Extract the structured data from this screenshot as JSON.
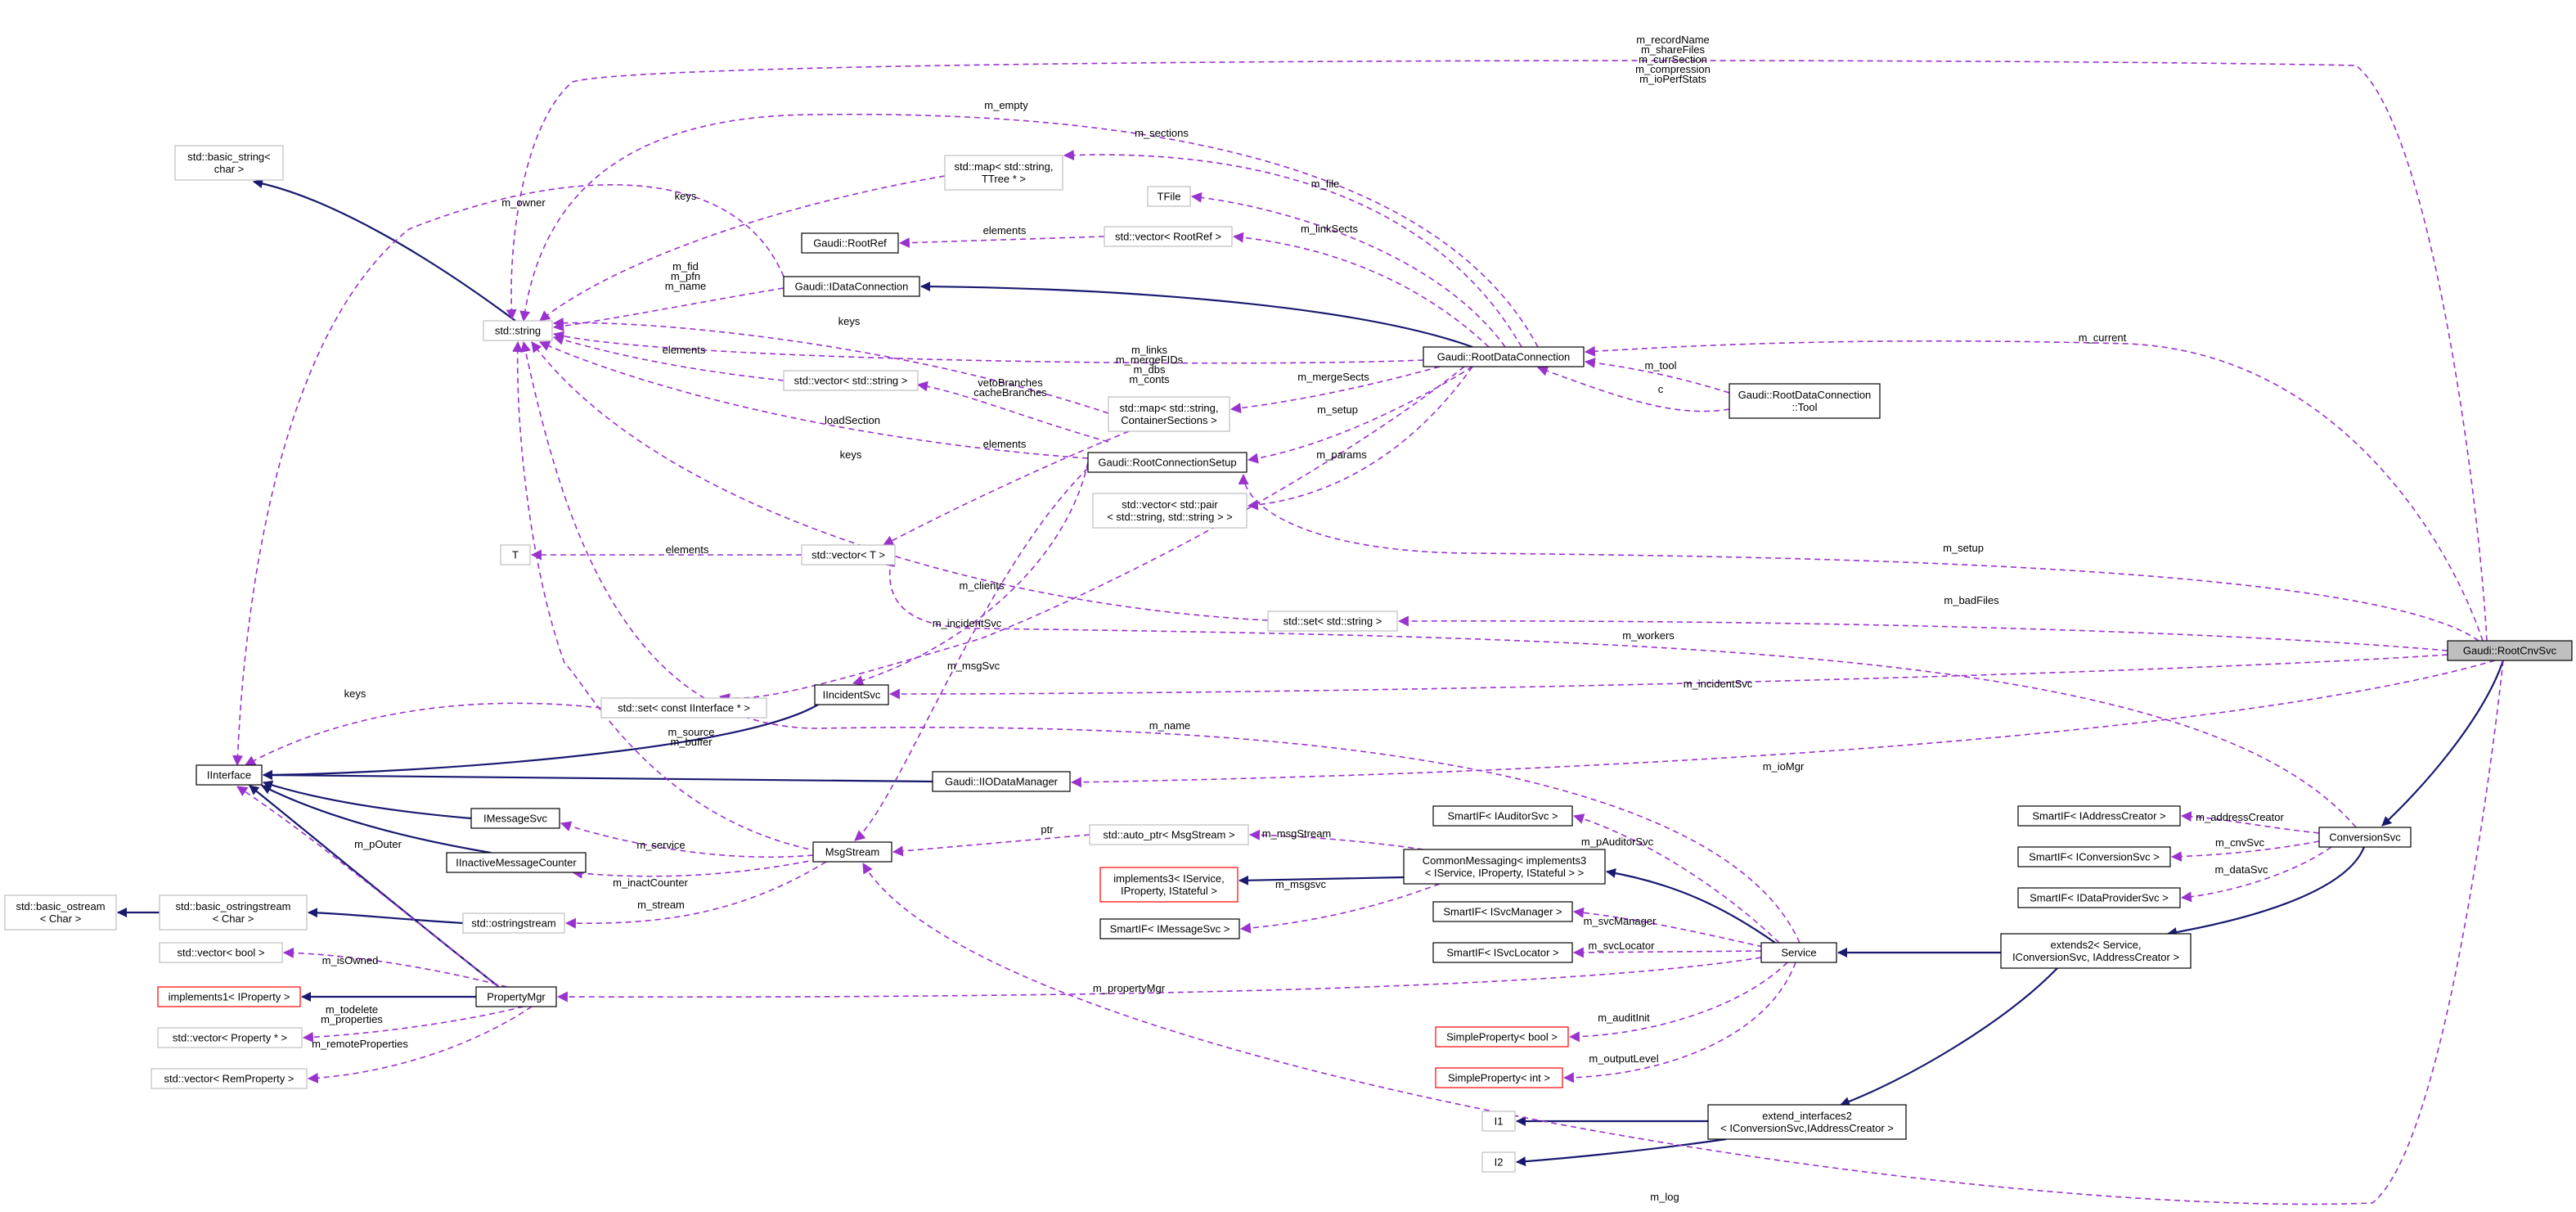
{
  "nodes": [
    {
      "id": "rootcnvsvc",
      "text": [
        "Gaudi::RootCnvSvc"
      ],
      "style": "focus"
    },
    {
      "id": "conversionsvc",
      "text": [
        "ConversionSvc"
      ],
      "style": "black"
    },
    {
      "id": "extends2",
      "text": [
        "extends2< Service,",
        "IConversionSvc, IAddressCreator >"
      ],
      "style": "black"
    },
    {
      "id": "service",
      "text": [
        "Service"
      ],
      "style": "black"
    },
    {
      "id": "extend_interfaces2",
      "text": [
        "extend_interfaces2",
        "< IConversionSvc,IAddressCreator >"
      ],
      "style": "black"
    },
    {
      "id": "i1",
      "text": [
        "I1"
      ],
      "style": "gray"
    },
    {
      "id": "i2",
      "text": [
        "I2"
      ],
      "style": "gray"
    },
    {
      "id": "sif_addrcreator",
      "text": [
        "SmartIF< IAddressCreator >"
      ],
      "style": "black"
    },
    {
      "id": "sif_convsvc",
      "text": [
        "SmartIF< IConversionSvc >"
      ],
      "style": "black"
    },
    {
      "id": "sif_dataprov",
      "text": [
        "SmartIF< IDataProviderSvc >"
      ],
      "style": "black"
    },
    {
      "id": "sif_auditor",
      "text": [
        "SmartIF< IAuditorSvc >"
      ],
      "style": "black"
    },
    {
      "id": "sif_svcmgr",
      "text": [
        "SmartIF< ISvcManager >"
      ],
      "style": "black"
    },
    {
      "id": "sif_svcloc",
      "text": [
        "SmartIF< ISvcLocator >"
      ],
      "style": "black"
    },
    {
      "id": "sp_bool",
      "text": [
        "SimpleProperty< bool >"
      ],
      "style": "red"
    },
    {
      "id": "sp_int",
      "text": [
        "SimpleProperty< int >"
      ],
      "style": "red"
    },
    {
      "id": "commonmsg",
      "text": [
        "CommonMessaging< implements3",
        "< IService, IProperty, IStateful > >"
      ],
      "style": "black"
    },
    {
      "id": "implements3",
      "text": [
        "implements3< IService,",
        "IProperty, IStateful >"
      ],
      "style": "red"
    },
    {
      "id": "sif_msgsvc",
      "text": [
        "SmartIF< IMessageSvc >"
      ],
      "style": "black"
    },
    {
      "id": "autoptr",
      "text": [
        "std::auto_ptr< MsgStream >"
      ],
      "style": "gray"
    },
    {
      "id": "msgstream",
      "text": [
        "MsgStream"
      ],
      "style": "black"
    },
    {
      "id": "imessagesvc",
      "text": [
        "IMessageSvc"
      ],
      "style": "black"
    },
    {
      "id": "iinactive",
      "text": [
        "IInactiveMessageCounter"
      ],
      "style": "black"
    },
    {
      "id": "ostringstream",
      "text": [
        "std::ostringstream"
      ],
      "style": "gray"
    },
    {
      "id": "basic_ostringstream",
      "text": [
        "std::basic_ostringstream",
        "< Char >"
      ],
      "style": "gray"
    },
    {
      "id": "basic_ostream",
      "text": [
        "std::basic_ostream",
        "< Char >"
      ],
      "style": "gray"
    },
    {
      "id": "propertymgr",
      "text": [
        "PropertyMgr"
      ],
      "style": "black"
    },
    {
      "id": "vec_bool",
      "text": [
        "std::vector< bool >"
      ],
      "style": "gray"
    },
    {
      "id": "implements1",
      "text": [
        "implements1< IProperty >"
      ],
      "style": "red"
    },
    {
      "id": "vec_prop",
      "text": [
        "std::vector< Property * >"
      ],
      "style": "gray"
    },
    {
      "id": "vec_remprop",
      "text": [
        "std::vector< RemProperty >"
      ],
      "style": "gray"
    },
    {
      "id": "iinterface",
      "text": [
        "IInterface"
      ],
      "style": "black"
    },
    {
      "id": "iincidentsvc",
      "text": [
        "IIncidentSvc"
      ],
      "style": "black"
    },
    {
      "id": "set_iinterface",
      "text": [
        "std::set< const IInterface * >"
      ],
      "style": "gray"
    },
    {
      "id": "iiodatamgr",
      "text": [
        "Gaudi::IIODataManager"
      ],
      "style": "black"
    },
    {
      "id": "std_string",
      "text": [
        "std::string"
      ],
      "style": "gray"
    },
    {
      "id": "basic_string",
      "text": [
        "std::basic_string<",
        "char >"
      ],
      "style": "gray"
    },
    {
      "id": "t",
      "text": [
        "T"
      ],
      "style": "gray"
    },
    {
      "id": "vec_t",
      "text": [
        "std::vector< T >"
      ],
      "style": "gray"
    },
    {
      "id": "set_string",
      "text": [
        "std::set< std::string >"
      ],
      "style": "gray"
    },
    {
      "id": "vec_string",
      "text": [
        "std::vector< std::string >"
      ],
      "style": "gray"
    },
    {
      "id": "map_container",
      "text": [
        "std::map< std::string,",
        "ContainerSections >"
      ],
      "style": "gray"
    },
    {
      "id": "vec_pair",
      "text": [
        "std::vector< std::pair",
        "< std::string, std::string > >"
      ],
      "style": "gray"
    },
    {
      "id": "rootconnsetup",
      "text": [
        "Gaudi::RootConnectionSetup"
      ],
      "style": "black"
    },
    {
      "id": "rootdataconn",
      "text": [
        "Gaudi::RootDataConnection"
      ],
      "style": "black"
    },
    {
      "id": "rootdataconn_tool",
      "text": [
        "Gaudi::RootDataConnection",
        "::Tool"
      ],
      "style": "black"
    },
    {
      "id": "idataconn",
      "text": [
        "Gaudi::IDataConnection"
      ],
      "style": "black"
    },
    {
      "id": "rootref",
      "text": [
        "Gaudi::RootRef"
      ],
      "style": "black"
    },
    {
      "id": "vec_rootref",
      "text": [
        "std::vector< RootRef >"
      ],
      "style": "gray"
    },
    {
      "id": "tfile",
      "text": [
        "TFile"
      ],
      "style": "gray"
    },
    {
      "id": "map_ttree",
      "text": [
        "std::map< std::string,",
        "TTree * >"
      ],
      "style": "gray"
    }
  ],
  "edges": [
    {
      "id": "e_conv_rootcnv",
      "kind": "inheritance",
      "label": []
    },
    {
      "id": "e_ext2_conv",
      "kind": "inheritance",
      "label": []
    },
    {
      "id": "e_service_ext2",
      "kind": "inheritance",
      "label": []
    },
    {
      "id": "e_extif_ext2",
      "kind": "inheritance",
      "label": []
    },
    {
      "id": "e_i1_extif",
      "kind": "inheritance",
      "label": []
    },
    {
      "id": "e_i2_extif",
      "kind": "inheritance",
      "label": []
    },
    {
      "id": "e_cm_service",
      "kind": "inheritance",
      "label": []
    },
    {
      "id": "e_impl3_cm",
      "kind": "inheritance",
      "label": []
    },
    {
      "id": "e_imsg_iint",
      "kind": "inheritance",
      "label": []
    },
    {
      "id": "e_iinact_iint",
      "kind": "inheritance",
      "label": []
    },
    {
      "id": "e_pm_iint",
      "kind": "inheritance",
      "label": []
    },
    {
      "id": "e_iinc_iint",
      "kind": "inheritance",
      "label": []
    },
    {
      "id": "e_iio_iint",
      "kind": "inheritance",
      "label": []
    },
    {
      "id": "e_impl1_pm",
      "kind": "inheritance",
      "label": []
    },
    {
      "id": "e_oss_boss",
      "kind": "inheritance",
      "label": []
    },
    {
      "id": "e_boss_bos",
      "kind": "inheritance",
      "label": []
    },
    {
      "id": "e_str_bstr",
      "kind": "inheritance",
      "label": []
    },
    {
      "id": "e_rdc_idc",
      "kind": "inheritance",
      "label": []
    },
    {
      "id": "e_addrc",
      "kind": "usage",
      "label": [
        "m_addressCreator"
      ]
    },
    {
      "id": "e_cnvsvc",
      "kind": "usage",
      "label": [
        "m_cnvSvc"
      ]
    },
    {
      "id": "e_datasvc",
      "kind": "usage",
      "label": [
        "m_dataSvc"
      ]
    },
    {
      "id": "e_audit",
      "kind": "usage",
      "label": [
        "m_pAuditorSvc"
      ]
    },
    {
      "id": "e_svcmgr",
      "kind": "usage",
      "label": [
        "m_svcManager"
      ]
    },
    {
      "id": "e_svcloc",
      "kind": "usage",
      "label": [
        "m_svcLocator"
      ]
    },
    {
      "id": "e_auditinit",
      "kind": "usage",
      "label": [
        "m_auditInit"
      ]
    },
    {
      "id": "e_outlevel",
      "kind": "usage",
      "label": [
        "m_outputLevel"
      ]
    },
    {
      "id": "e_msgstream_cm",
      "kind": "usage",
      "label": [
        "m_msgStream"
      ]
    },
    {
      "id": "e_msgsvc_cm",
      "kind": "usage",
      "label": [
        "m_msgsvc"
      ]
    },
    {
      "id": "e_ptr",
      "kind": "usage",
      "label": [
        "ptr"
      ]
    },
    {
      "id": "e_service_ms",
      "kind": "usage",
      "label": [
        "m_service"
      ]
    },
    {
      "id": "e_inact",
      "kind": "usage",
      "label": [
        "m_inactCounter"
      ]
    },
    {
      "id": "e_stream",
      "kind": "usage",
      "label": [
        "m_stream"
      ]
    },
    {
      "id": "e_propmgr",
      "kind": "usage",
      "label": [
        "m_propertyMgr"
      ]
    },
    {
      "id": "e_isowned",
      "kind": "usage",
      "label": [
        "m_isOwned"
      ]
    },
    {
      "id": "e_todelete",
      "kind": "usage",
      "label": [
        "m_todelete",
        "m_properties"
      ]
    },
    {
      "id": "e_remprops",
      "kind": "usage",
      "label": [
        "m_remoteProperties"
      ]
    },
    {
      "id": "e_pouter",
      "kind": "usage",
      "label": [
        "m_pOuter"
      ]
    },
    {
      "id": "e_keys_set",
      "kind": "usage",
      "label": [
        "keys"
      ]
    },
    {
      "id": "e_msgsrc",
      "kind": "usage",
      "label": [
        "m_source",
        "m_buffer"
      ]
    },
    {
      "id": "e_msgsvc_setup",
      "kind": "usage",
      "label": [
        "m_msgSvc"
      ]
    },
    {
      "id": "e_incsvc_setup",
      "kind": "usage",
      "label": [
        "m_incidentSvc"
      ]
    },
    {
      "id": "e_clients",
      "kind": "usage",
      "label": [
        "m_clients"
      ]
    },
    {
      "id": "e_name",
      "kind": "usage",
      "label": [
        "m_name"
      ]
    },
    {
      "id": "e_log",
      "kind": "usage",
      "label": [
        "m_log"
      ]
    },
    {
      "id": "e_iomgr",
      "kind": "usage",
      "label": [
        "m_ioMgr"
      ]
    },
    {
      "id": "e_incsvc_root",
      "kind": "usage",
      "label": [
        "m_incidentSvc"
      ]
    },
    {
      "id": "e_workers",
      "kind": "usage",
      "label": [
        "m_workers"
      ]
    },
    {
      "id": "e_badfiles",
      "kind": "usage",
      "label": [
        "m_badFiles"
      ]
    },
    {
      "id": "e_setup",
      "kind": "usage",
      "label": [
        "m_setup"
      ]
    },
    {
      "id": "e_current",
      "kind": "usage",
      "label": [
        "m_current"
      ]
    },
    {
      "id": "e_recname",
      "kind": "usage",
      "label": [
        "m_recordName",
        "m_shareFiles",
        "m_currSection",
        "m_compression",
        "m_ioPerfStats"
      ]
    },
    {
      "id": "e_tool",
      "kind": "usage",
      "label": [
        "m_tool"
      ]
    },
    {
      "id": "e_c",
      "kind": "usage",
      "label": [
        "c"
      ]
    },
    {
      "id": "e_setup_rdc",
      "kind": "usage",
      "label": [
        "m_setup"
      ]
    },
    {
      "id": "e_params",
      "kind": "usage",
      "label": [
        "m_params"
      ]
    },
    {
      "id": "e_mergesects",
      "kind": "usage",
      "label": [
        "m_mergeSects"
      ]
    },
    {
      "id": "e_links",
      "kind": "usage",
      "label": [
        "m_links",
        "m_mergeFIDs",
        "m_dbs",
        "m_conts"
      ]
    },
    {
      "id": "e_linksects",
      "kind": "usage",
      "label": [
        "m_linkSects"
      ]
    },
    {
      "id": "e_file",
      "kind": "usage",
      "label": [
        "m_file"
      ]
    },
    {
      "id": "e_sections",
      "kind": "usage",
      "label": [
        "m_sections"
      ]
    },
    {
      "id": "e_empty",
      "kind": "usage",
      "label": [
        "m_empty"
      ]
    },
    {
      "id": "e_elements_rootref",
      "kind": "usage",
      "label": [
        "elements"
      ]
    },
    {
      "id": "e_fid",
      "kind": "usage",
      "label": [
        "m_fid",
        "m_pfn",
        "m_name"
      ]
    },
    {
      "id": "e_owner",
      "kind": "usage",
      "label": [
        "m_owner"
      ]
    },
    {
      "id": "e_keys_ttree",
      "kind": "usage",
      "label": [
        "keys"
      ]
    },
    {
      "id": "e_keys_container",
      "kind": "usage",
      "label": [
        "keys"
      ]
    },
    {
      "id": "e_elements_vecstr",
      "kind": "usage",
      "label": [
        "elements"
      ]
    },
    {
      "id": "e_veto",
      "kind": "usage",
      "label": [
        "vetoBranches",
        "cacheBranches"
      ]
    },
    {
      "id": "e_loadsection",
      "kind": "usage",
      "label": [
        "loadSection"
      ]
    },
    {
      "id": "e_elements_container",
      "kind": "usage",
      "label": [
        "elements"
      ]
    },
    {
      "id": "e_keys_setstr",
      "kind": "usage",
      "label": [
        "keys"
      ]
    },
    {
      "id": "e_elements_t",
      "kind": "usage",
      "label": [
        "elements"
      ]
    }
  ]
}
